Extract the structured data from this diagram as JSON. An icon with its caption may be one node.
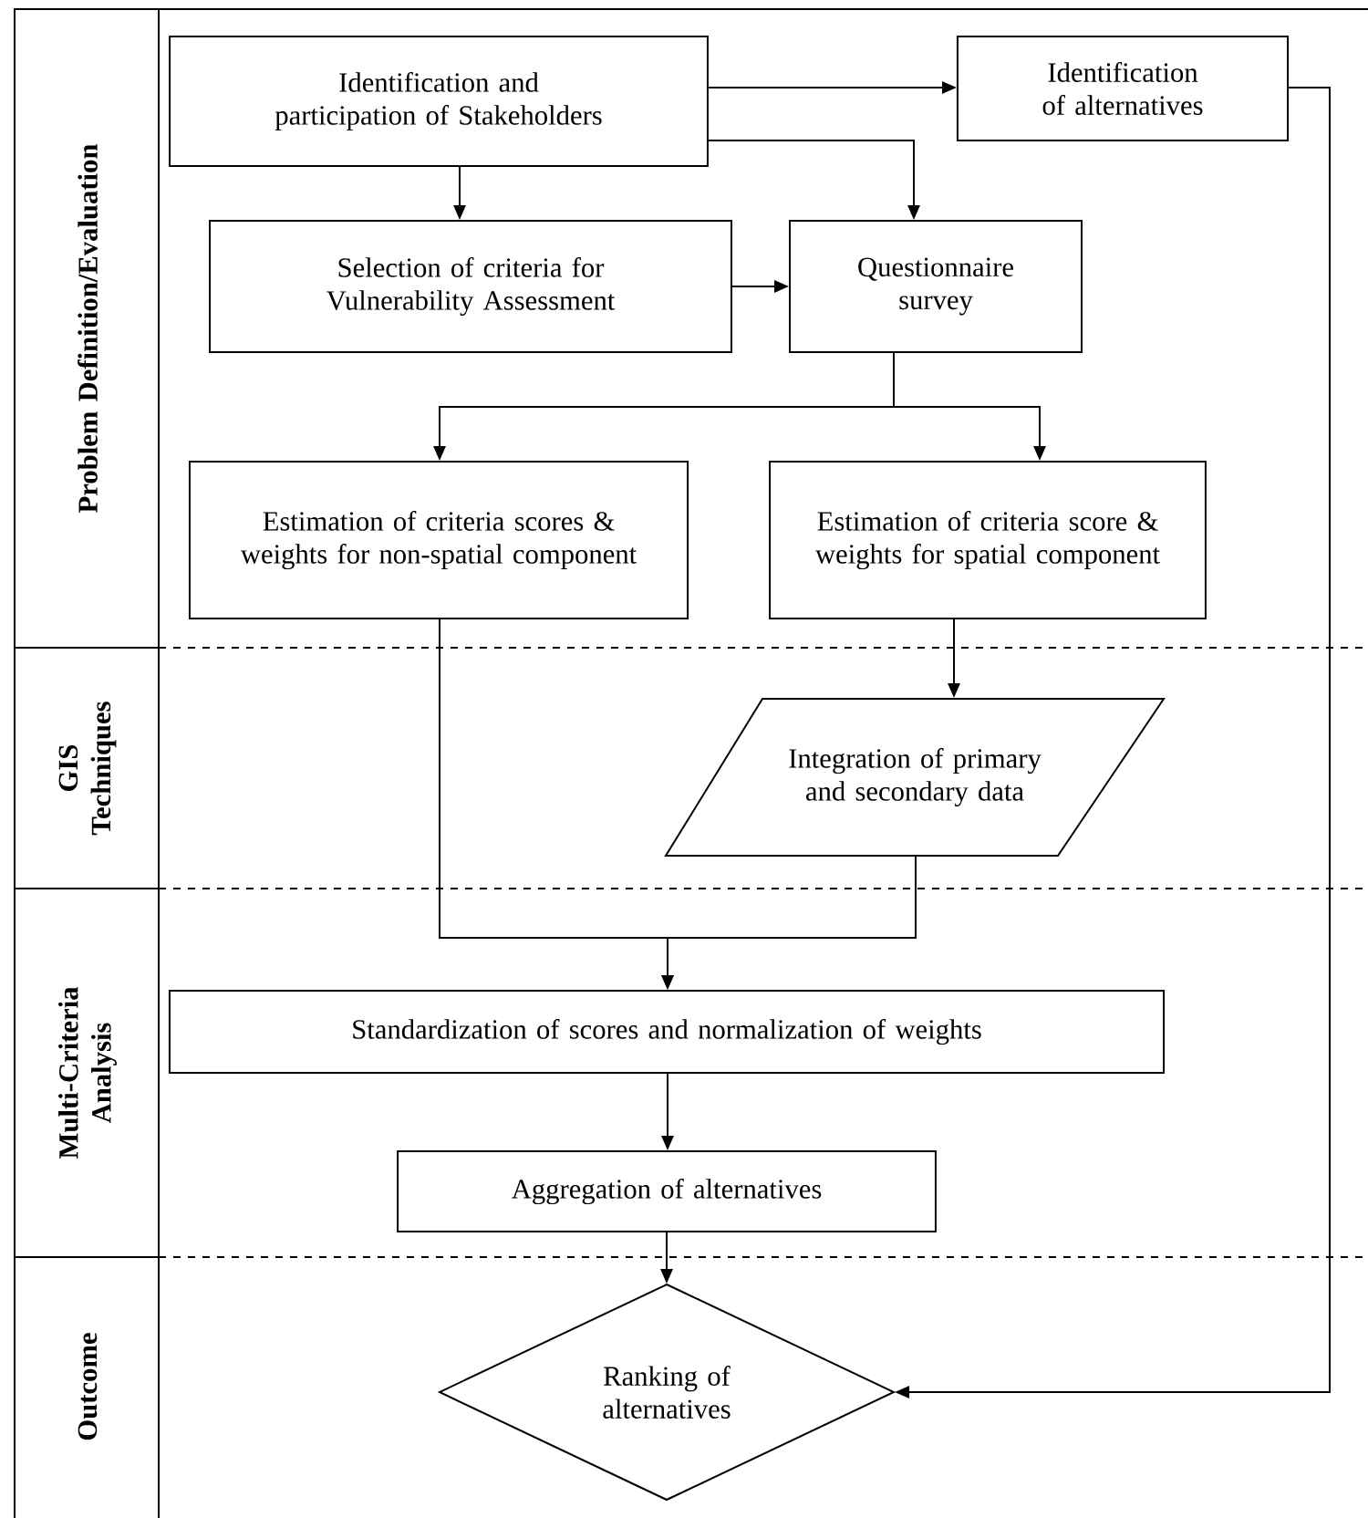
{
  "diagram": {
    "nodes": [
      {
        "text": [
          "Identification and participation of Stakeholders"
        ]
      },
      {
        "text": [
          "Identification of alternatives"
        ]
      },
      {
        "text": [
          "Selection of criteria for Vulnerability Assessment"
        ]
      },
      {
        "text": [
          "Questionnaire survey"
        ]
      },
      {
        "text": [
          "Estimation of criteria scores & weights for non-spatial component"
        ]
      },
      {
        "text": [
          "Estimation of criteria score & weights for spatial component"
        ]
      },
      {
        "text": [
          "Integration of primary and secondary data"
        ]
      },
      {
        "text": [
          "Standardization of scores and normalization of weights"
        ]
      },
      {
        "text": [
          "Aggregation of alternatives"
        ]
      },
      {
        "text": [
          "Ranking of alternatives"
        ]
      }
    ],
    "edges": [
      {
        "from": 0,
        "to": 1,
        "arrow": "to"
      },
      {
        "from": 0,
        "to": 2,
        "arrow": "to"
      },
      {
        "from": 0,
        "to": 3,
        "arrow": "to"
      },
      {
        "from": 2,
        "to": 3,
        "arrow": "to"
      },
      {
        "from": 3,
        "to": 4,
        "arrow": "to"
      },
      {
        "from": 3,
        "to": 5,
        "arrow": "to"
      },
      {
        "from": 5,
        "to": 6,
        "arrow": "to"
      },
      {
        "from": 4,
        "to": 7,
        "arrow": "to"
      },
      {
        "from": 6,
        "to": 7,
        "arrow": "to"
      },
      {
        "from": 7,
        "to": 8,
        "arrow": "to"
      },
      {
        "from": 8,
        "to": 9,
        "arrow": "to"
      },
      {
        "from": 1,
        "to": 9,
        "arrow": "to"
      }
    ],
    "labels": [
      "Problem Definition/Evaluation",
      "GIS Techniques",
      "Multi-Criteria Analysis",
      "Outcome"
    ]
  }
}
